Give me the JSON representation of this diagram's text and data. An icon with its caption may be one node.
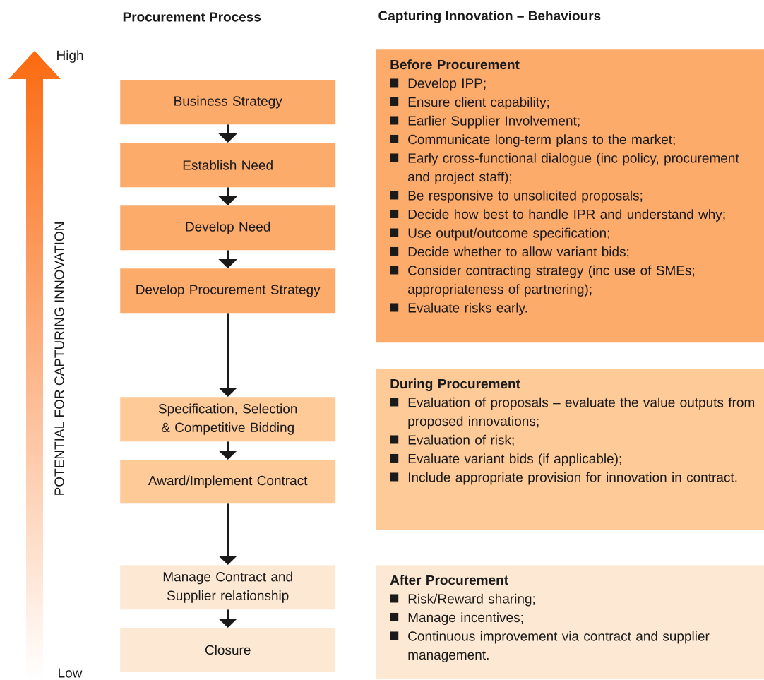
{
  "diagram": {
    "nodes": [
      {
        "text": [
          "Business Strategy"
        ]
      },
      {
        "text": [
          "Establish Need"
        ]
      },
      {
        "text": [
          "Develop Need"
        ]
      },
      {
        "text": [
          "Develop Procurement Strategy"
        ]
      },
      {
        "text": [
          "Specification, Selection & Competitive Bidding"
        ]
      },
      {
        "text": [
          "Award/Implement Contract"
        ]
      },
      {
        "text": [
          "Manage Contract and Supplier relationship"
        ]
      },
      {
        "text": [
          "Closure"
        ]
      },
      {
        "text": [
          "Before Procurement",
          "Develop IPP;",
          "Ensure client capability;",
          "Earlier Supplier Involvement;",
          "Communicate long-term plans to the market;",
          "Early cross-functional dialogue (inc policy, procurement and project staff);",
          "Be responsive to unsolicited proposals;",
          "Decide how best to handle IPR and understand why;",
          "Use output/outcome specification;",
          "Decide whether to allow variant bids;",
          "Consider contracting strategy (inc use of SMEs; appropriateness of partnering);",
          "Evaluate risks early."
        ]
      },
      {
        "text": [
          "During Procurement",
          "Evaluation of proposals – evaluate the value outputs from proposed innovations;",
          "Evaluation of risk;",
          "Evaluate variant bids (if applicable);",
          "Include appropriate provision for innovation in contract."
        ]
      },
      {
        "text": [
          "After Procurement",
          "Risk/Reward sharing;",
          "Manage incentives;",
          "Continuous improvement via contract and supplier management."
        ]
      }
    ],
    "edges": [
      {
        "from": 0,
        "to": 1,
        "arrow": "to"
      },
      {
        "from": 1,
        "to": 2,
        "arrow": "to"
      },
      {
        "from": 2,
        "to": 3,
        "arrow": "to"
      },
      {
        "from": 3,
        "to": 4,
        "arrow": "to"
      },
      {
        "from": 4,
        "to": 5,
        "arrow": "to"
      },
      {
        "from": 5,
        "to": 6,
        "arrow": "to"
      },
      {
        "from": 6,
        "to": 7,
        "arrow": "to"
      }
    ],
    "labels": [
      "Procurement Process",
      "Capturing Innovation – Behaviours",
      "High",
      "POTENTIAL FOR CAPTURING INNOVATION",
      "Low"
    ]
  }
}
